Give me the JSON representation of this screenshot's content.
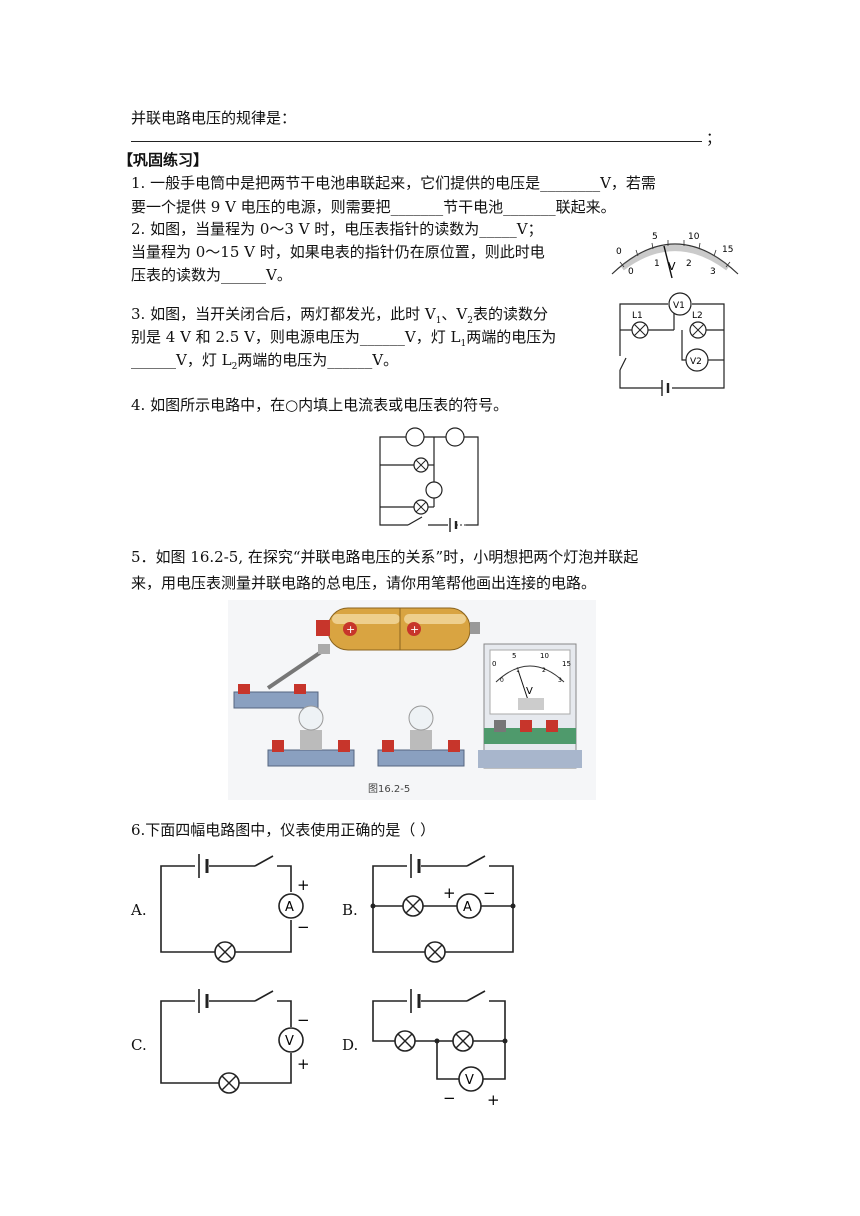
{
  "rule": {
    "label": "并联电路电压的规律是：",
    "end": "；"
  },
  "section_title": "【巩固练习】",
  "q1": {
    "line1": "1. 一般手电筒中是把两节干电池串联起来，它们提供的电压是________V，若需",
    "line2": "要一个提供 9 V 电压的电源，则需要把_______节干电池_______联起来。"
  },
  "q2": {
    "line1": "2. 如图，当量程为 0～3 V 时，电压表指针的读数为_____V；",
    "line2": "当量程为 0～15 V 时，如果电表的指针仍在原位置，则此时电",
    "line3": "压表的读数为______V。",
    "meter": {
      "top": [
        "0",
        "5",
        "10",
        "15"
      ],
      "bottom": [
        "0",
        "1",
        "V",
        "2",
        "3"
      ]
    }
  },
  "q3": {
    "line1_a": "3. 如图，当开关闭合后，两灯都发光，此时 V",
    "line1_s1": "1",
    "line1_b": "、V",
    "line1_s2": "2",
    "line1_c": "表的读数分",
    "line2_a": "别是 4 V 和 2.5 V，则电源电压为______V，灯 L",
    "line2_s": "1",
    "line2_b": "两端的电压为",
    "line3_a": "______V，灯 L",
    "line3_s": "2",
    "line3_b": "两端的电压为______V。",
    "labels": {
      "v1": "V1",
      "l1": "L1",
      "l2": "L2",
      "v2": "V2"
    }
  },
  "q4": {
    "line1": "4. 如图所示电路中，在○内填上电流表或电压表的符号。"
  },
  "q5": {
    "line1": "5．如图 16.2-5, 在探究“并联电路电压的关系”时，小明想把两个灯泡并联起",
    "line2": "来，用电压表测量并联电路的总电压，请你用笔帮他画出连接的电路。",
    "caption": "图16.2-5",
    "battery_plus": "+",
    "meter_top": [
      "5",
      "10"
    ],
    "meter_bottom": [
      "0",
      "1",
      "2",
      "3"
    ],
    "meter_v": "V",
    "meter_left": "0",
    "meter_right": "15"
  },
  "q6": {
    "line1": "6.下面四幅电路图中，仪表使用正确的是（    ）",
    "options": {
      "a": "A.",
      "b": "B.",
      "c": "C.",
      "d": "D."
    },
    "ammeter": "A",
    "voltmeter": "V",
    "plus": "+",
    "minus": "−"
  }
}
